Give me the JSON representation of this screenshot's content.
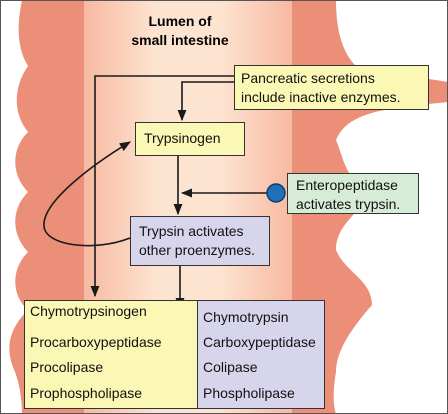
{
  "title": {
    "line1": "Lumen of",
    "line2": "small intestine"
  },
  "boxes": {
    "pancreatic": {
      "line1": "Pancreatic secretions",
      "line2": "include inactive enzymes."
    },
    "trypsinogen": {
      "label": "Trypsinogen"
    },
    "enteropeptidase": {
      "line1": "Enteropeptidase",
      "line2": "activates trypsin."
    },
    "trypsin": {
      "line1": "Trypsin activates",
      "line2": "other proenzymes."
    },
    "proenzymes": [
      "Chymotrypsinogen",
      "Procarboxypeptidase",
      "Procolipase",
      "Prophospholipase"
    ],
    "enzymes": [
      "Chymotrypsin",
      "Carboxypeptidase",
      "Colipase",
      "Phospholipase"
    ]
  },
  "colors": {
    "wall": "#ec8f79",
    "lumen_light": "#fbe2cf",
    "yellow_box": "#fbf7b4",
    "green_box": "#d6ecd6",
    "purple_box": "#d7d5ec",
    "enteropeptidase_marker": "#1f70b8"
  }
}
